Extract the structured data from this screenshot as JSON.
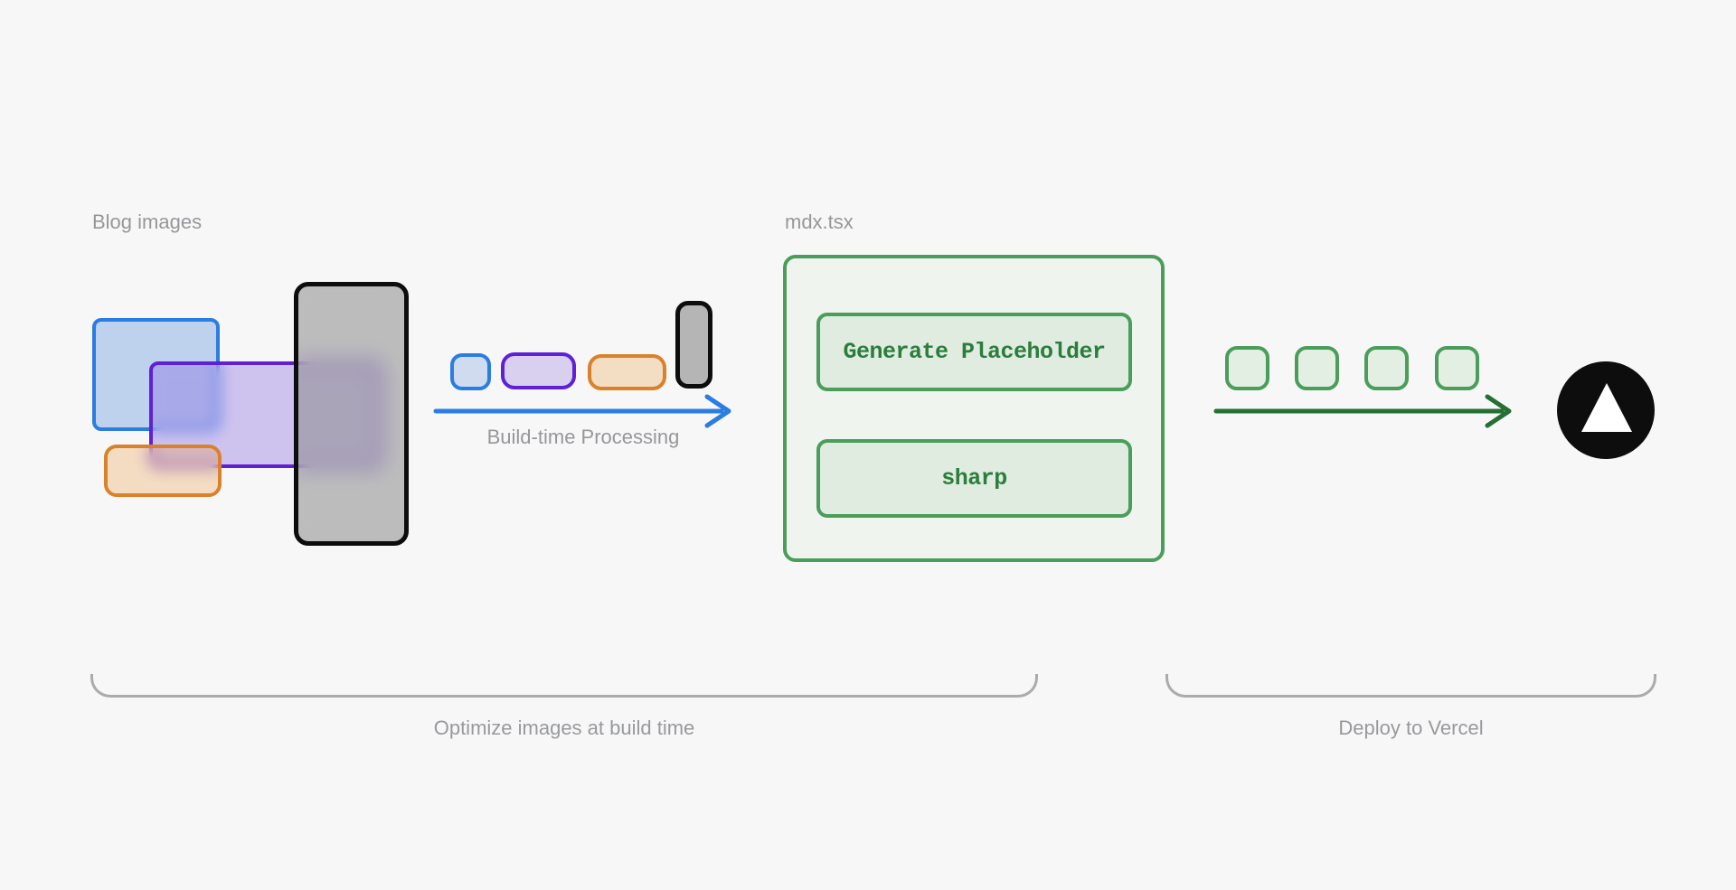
{
  "diagram": {
    "background": "#f7f7f7",
    "source": {
      "label": "Blog images",
      "images": [
        "blue-image",
        "purple-image",
        "orange-image",
        "gray-image"
      ]
    },
    "build_arrow": {
      "label": "Build-time Processing"
    },
    "processor": {
      "label": "mdx.tsx",
      "steps": [
        "Generate Placeholder",
        "sharp"
      ]
    },
    "deploy": {
      "optimized_count": 4,
      "target_icon": "vercel-logo"
    },
    "groups": [
      {
        "label": "Optimize images at build time"
      },
      {
        "label": "Deploy to Vercel"
      }
    ],
    "colors": {
      "blue": "#2b7de2",
      "purple": "#6021d6",
      "orange": "#d9822b",
      "green_border": "#4a9d5a",
      "green_fill_light": "#eff4ee",
      "green_fill": "#dfecdf",
      "green_text": "#2b7d3d",
      "green_arrow": "#266f35",
      "gray_label": "#96979b",
      "brace": "#ababab",
      "black": "#0d0d0d",
      "white": "#ffffff"
    }
  }
}
